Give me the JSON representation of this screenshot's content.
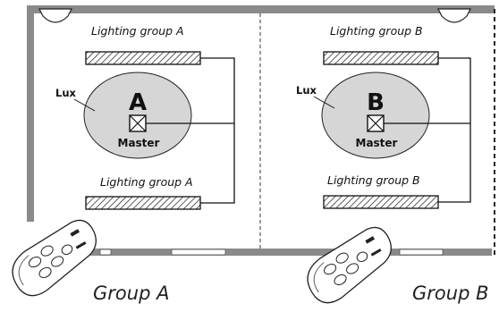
{
  "rooms": [
    {
      "id": "A",
      "top_label": "Lighting group A",
      "bottom_label": "Lighting group A",
      "sensor_letter": "A",
      "sensor_caption": "Master",
      "lux_label": "Lux",
      "remote_caption": "Group A"
    },
    {
      "id": "B",
      "top_label": "Lighting group B",
      "bottom_label": "Lighting group B",
      "sensor_letter": "B",
      "sensor_caption": "Master",
      "lux_label": "Lux",
      "remote_caption": "Group B"
    }
  ],
  "colors": {
    "wall": "#8a8a8a",
    "sensor_fill": "#d6d6d6",
    "hatch": "#333333",
    "line": "#111111"
  },
  "icons": {
    "corner_sensor": "ceiling-sensor-icon",
    "remote": "remote-control-icon",
    "master_box": "crossed-box-icon"
  }
}
